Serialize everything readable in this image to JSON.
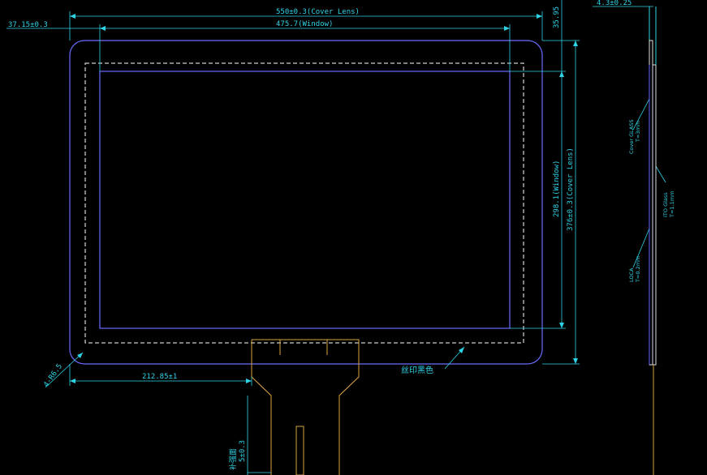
{
  "colors": {
    "background": "#000000",
    "outline": "#6a6cff",
    "dimension": "#2fd3e6",
    "print_border": "#ffffff",
    "fpc": "#d9a441",
    "side_layer": "#e0e0e0"
  },
  "dimensions": {
    "cover_lens_width": "550±0.3(Cover Lens)",
    "window_width": "475.7(Window)",
    "left_offset": "37.15±0.3",
    "top_offset": "35.95",
    "window_height": "298.1(Window)",
    "cover_lens_height": "376±0.3(Cover Lens)",
    "fpc_offset": "212.85±1",
    "corner_radius": "4-R6.5",
    "stiffener": "补强面",
    "stiffener_dim": "5±0.3",
    "thickness": "4.3±0.25"
  },
  "annotations": {
    "silk_print": "丝印黑色",
    "cover_glass": "Cover GLASS",
    "cover_glass_t": "T=3mm",
    "ito_glass": "ITO Glass",
    "ito_glass_t": "T=1.1mm",
    "loca": "LOCA",
    "loca_t": "T=0.2mm"
  }
}
